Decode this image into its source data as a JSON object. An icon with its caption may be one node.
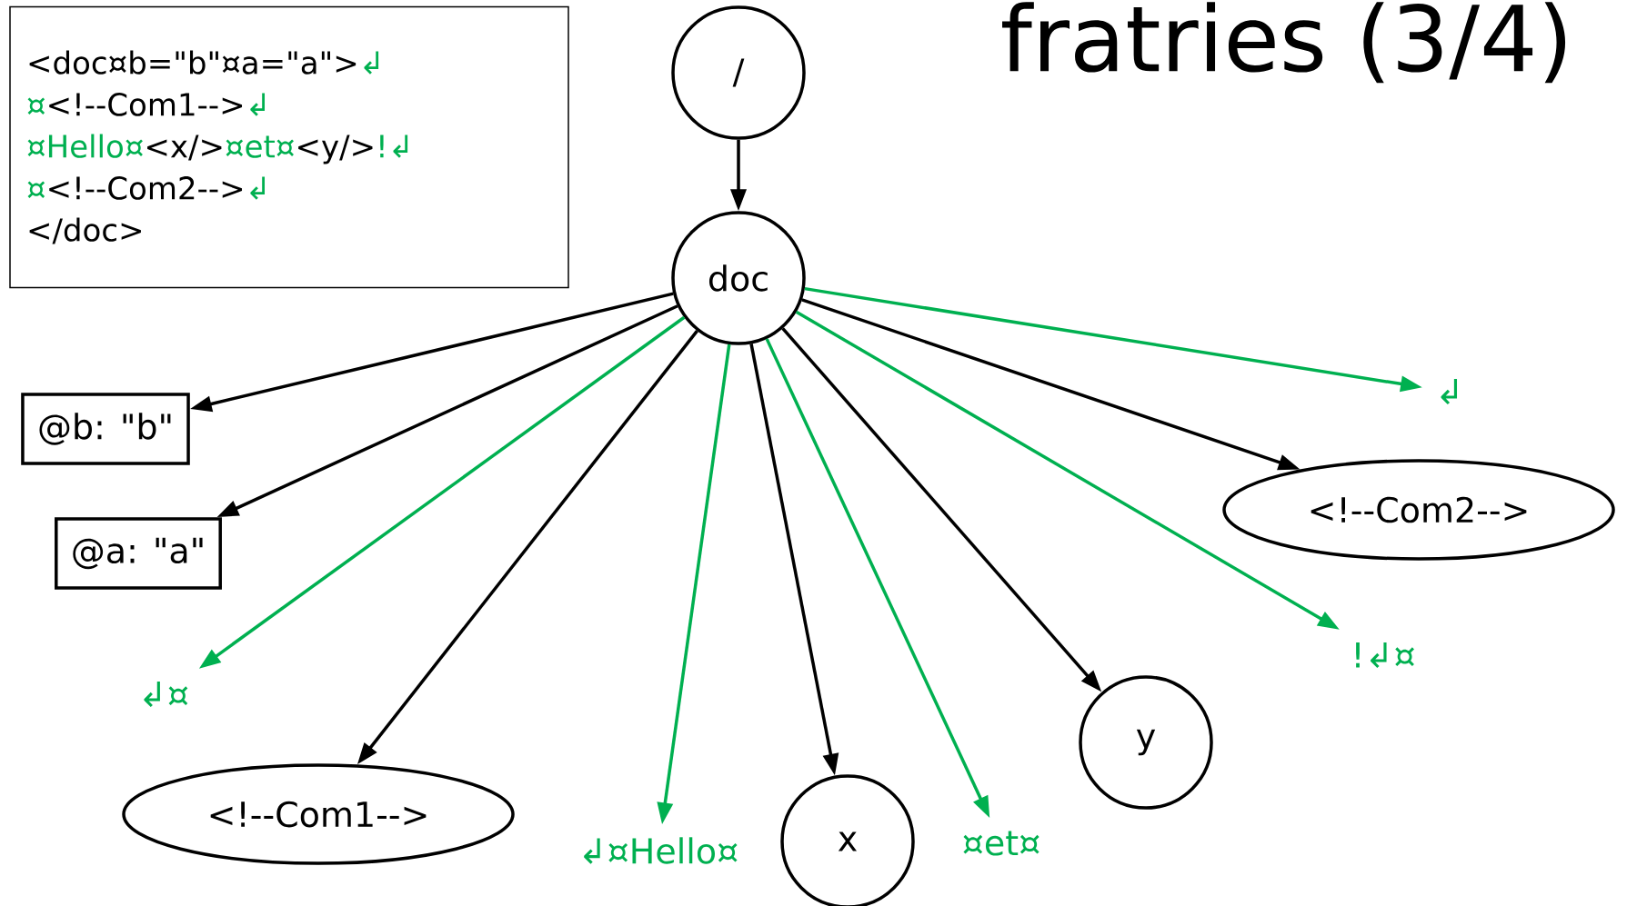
{
  "diagram": {
    "title": "fratries (3/4)",
    "nodes": [
      {
        "text": [
          "<doc¤b=\"b\"¤a=\"a\">",
          "↲",
          "¤",
          "<!--Com1-->",
          "↲",
          "¤Hello¤",
          "<x/>",
          "¤et¤",
          "<y/>",
          "!↲",
          "¤",
          "<!--Com2-->",
          "↲",
          "</doc>"
        ]
      },
      {
        "text": [
          "/"
        ]
      },
      {
        "text": [
          "doc"
        ]
      },
      {
        "text": [
          "@b: \"b\""
        ]
      },
      {
        "text": [
          "@a: \"a\""
        ]
      },
      {
        "text": [
          "↲¤"
        ]
      },
      {
        "text": [
          "<!--Com1-->"
        ]
      },
      {
        "text": [
          "↲¤Hello¤"
        ]
      },
      {
        "text": [
          "x"
        ]
      },
      {
        "text": [
          "¤et¤"
        ]
      },
      {
        "text": [
          "y"
        ]
      },
      {
        "text": [
          "!↲¤"
        ]
      },
      {
        "text": [
          "<!--Com2-->"
        ]
      },
      {
        "text": [
          "↲"
        ]
      }
    ],
    "edges": [
      {
        "from": 1,
        "to": 2,
        "arrow": "to"
      },
      {
        "from": 2,
        "to": 3,
        "arrow": "to"
      },
      {
        "from": 2,
        "to": 4,
        "arrow": "to"
      },
      {
        "from": 2,
        "to": 5,
        "arrow": "to",
        "color": "#00b050"
      },
      {
        "from": 2,
        "to": 6,
        "arrow": "to"
      },
      {
        "from": 2,
        "to": 7,
        "arrow": "to",
        "color": "#00b050"
      },
      {
        "from": 2,
        "to": 8,
        "arrow": "to"
      },
      {
        "from": 2,
        "to": 9,
        "arrow": "to",
        "color": "#00b050"
      },
      {
        "from": 2,
        "to": 10,
        "arrow": "to"
      },
      {
        "from": 2,
        "to": 11,
        "arrow": "to",
        "color": "#00b050"
      },
      {
        "from": 2,
        "to": 12,
        "arrow": "to"
      },
      {
        "from": 2,
        "to": 13,
        "arrow": "to",
        "color": "#00b050"
      }
    ]
  }
}
